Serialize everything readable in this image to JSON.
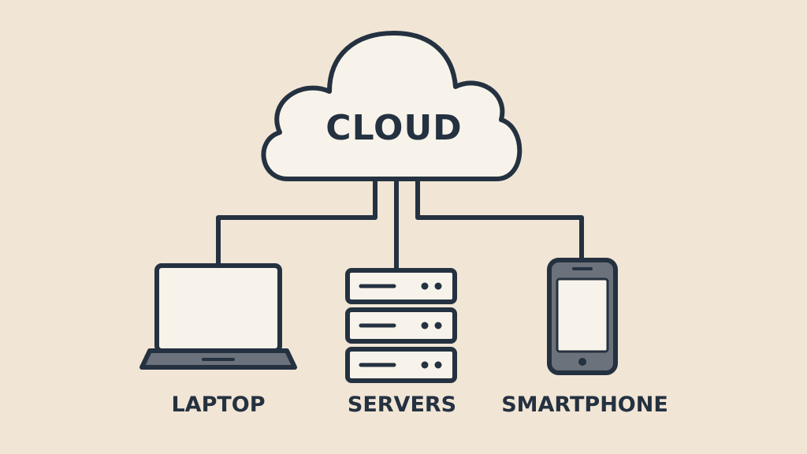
{
  "colors": {
    "background": "#f1e5d5",
    "outline": "#243140",
    "fill_light": "#f8f3ea",
    "device_gray": "#6c727b",
    "device_gray_light": "#9aa0a8"
  },
  "cloud": {
    "label": "CLOUD",
    "icon": "cloud-icon"
  },
  "nodes": [
    {
      "key": "laptop",
      "label": "LAPTOP",
      "icon": "laptop-icon"
    },
    {
      "key": "servers",
      "label": "SERVERS",
      "icon": "server-rack-icon"
    },
    {
      "key": "smartphone",
      "label": "SMARTPHONE",
      "icon": "smartphone-icon"
    }
  ]
}
